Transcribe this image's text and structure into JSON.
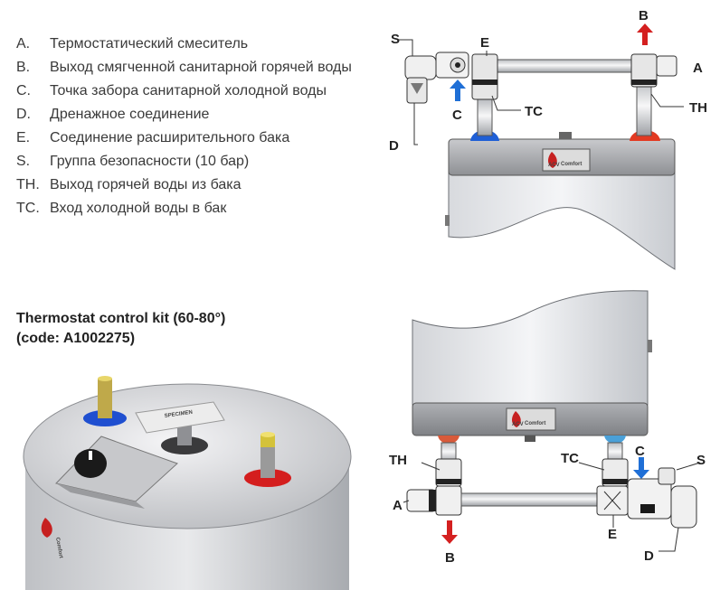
{
  "legend": [
    {
      "code": "A.",
      "text": "Термостатический смеситель"
    },
    {
      "code": "B.",
      "text": "Выход смягченной санитарной горячей воды"
    },
    {
      "code": "C.",
      "text": "Точка забора санитарной холодной воды"
    },
    {
      "code": "D.",
      "text": "Дренажное соединение"
    },
    {
      "code": "E.",
      "text": "Соединение расширительного бака"
    },
    {
      "code": "S.",
      "text": "Группа безопасности (10 бар)"
    },
    {
      "code": "TH.",
      "text": "Выход горячей воды из бака"
    },
    {
      "code": "TC.",
      "text": "Вход холодной воды в бак"
    }
  ],
  "kit": {
    "title": "Thermostat control kit (60-80°)",
    "code": "(code: A1002275)"
  },
  "diagram_top": {
    "S": "S",
    "E": "E",
    "B": "B",
    "A": "A",
    "C": "C",
    "TC": "TC",
    "TH": "TH",
    "D": "D"
  },
  "diagram_bottom": {
    "TH": "TH",
    "TC": "TC",
    "C": "C",
    "S": "S",
    "A": "A",
    "B": "B",
    "E": "E",
    "D": "D"
  },
  "brand": {
    "logo": "ACV",
    "name": "Comfort"
  },
  "specimen": "SPECIMEN",
  "colors": {
    "hot": "#e23a22",
    "cold": "#1f5fd6",
    "arrow_red": "#d42020",
    "arrow_blue": "#1f6fd6"
  }
}
